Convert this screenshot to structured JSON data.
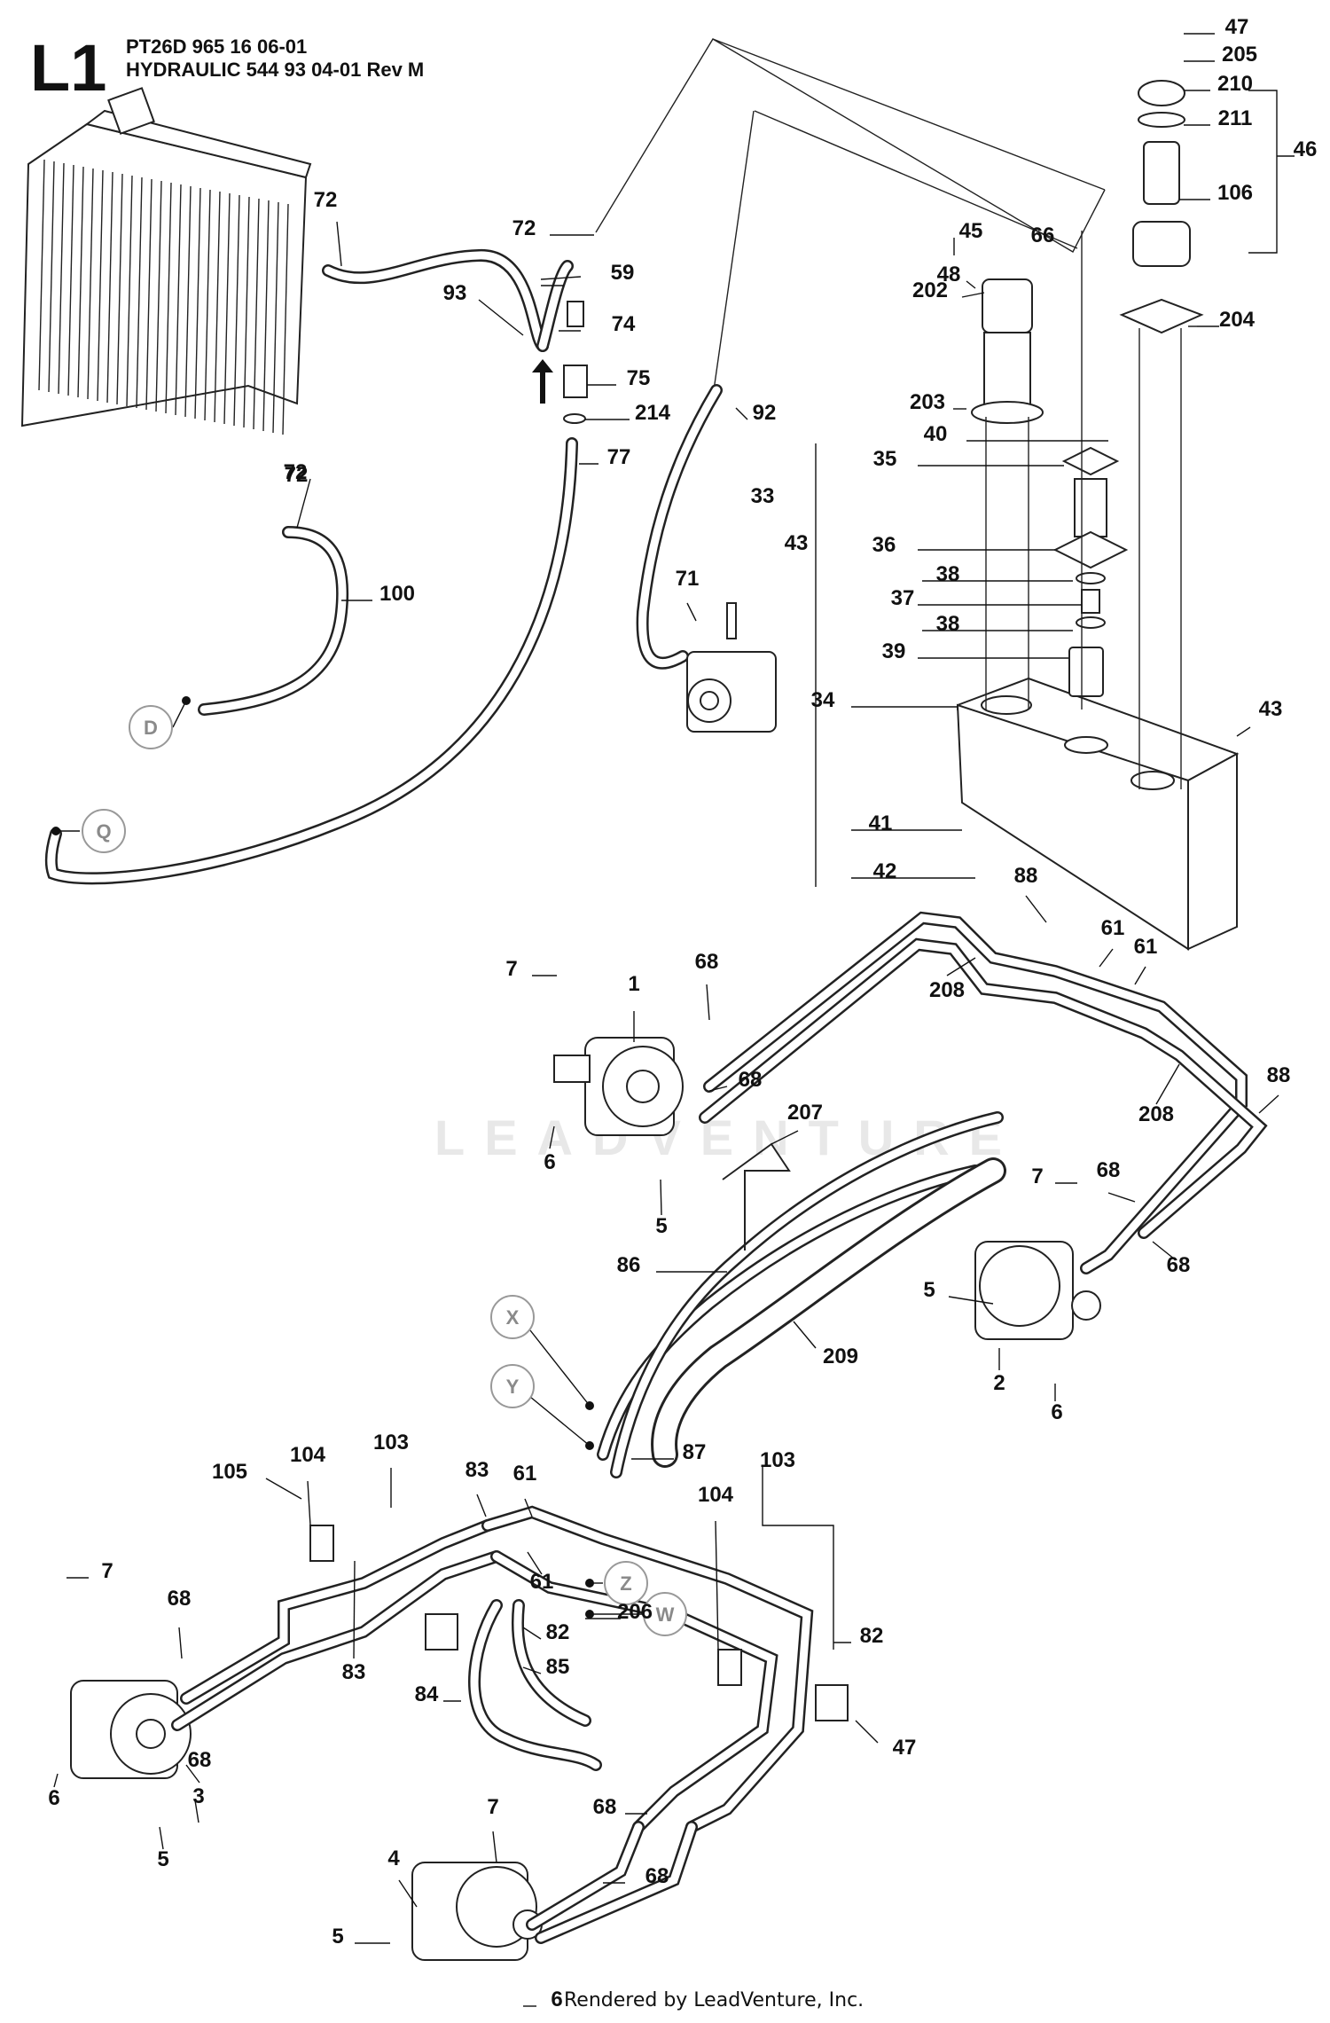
{
  "header": {
    "section_code": "L1",
    "model_line": "PT26D 965 16 06-01",
    "assembly_line": "HYDRAULIC 544 93 04-01 Rev M"
  },
  "watermark": "LEADVENTURE",
  "footer": {
    "credit": "Rendered by LeadVenture, Inc."
  },
  "reference_circles": [
    "D",
    "Q",
    "X",
    "Y",
    "Z",
    "W"
  ],
  "callouts": [
    "72",
    "72",
    "72",
    "72",
    "59",
    "93",
    "74",
    "75",
    "214",
    "77",
    "100",
    "47",
    "205",
    "210",
    "211",
    "46",
    "106",
    "66",
    "45",
    "48",
    "202",
    "204",
    "203",
    "40",
    "92",
    "35",
    "33",
    "43",
    "36",
    "71",
    "38",
    "37",
    "38",
    "39",
    "34",
    "43",
    "41",
    "42",
    "88",
    "7",
    "1",
    "68",
    "61",
    "61",
    "208",
    "68",
    "88",
    "6",
    "207",
    "208",
    "5",
    "7",
    "68",
    "86",
    "68",
    "5",
    "209",
    "2",
    "6",
    "87",
    "103",
    "105",
    "104",
    "83",
    "61",
    "103",
    "104",
    "7",
    "68",
    "61",
    "82",
    "206",
    "82",
    "83",
    "85",
    "84",
    "68",
    "3",
    "6",
    "5",
    "47",
    "7",
    "68",
    "4",
    "68",
    "5",
    "6"
  ]
}
